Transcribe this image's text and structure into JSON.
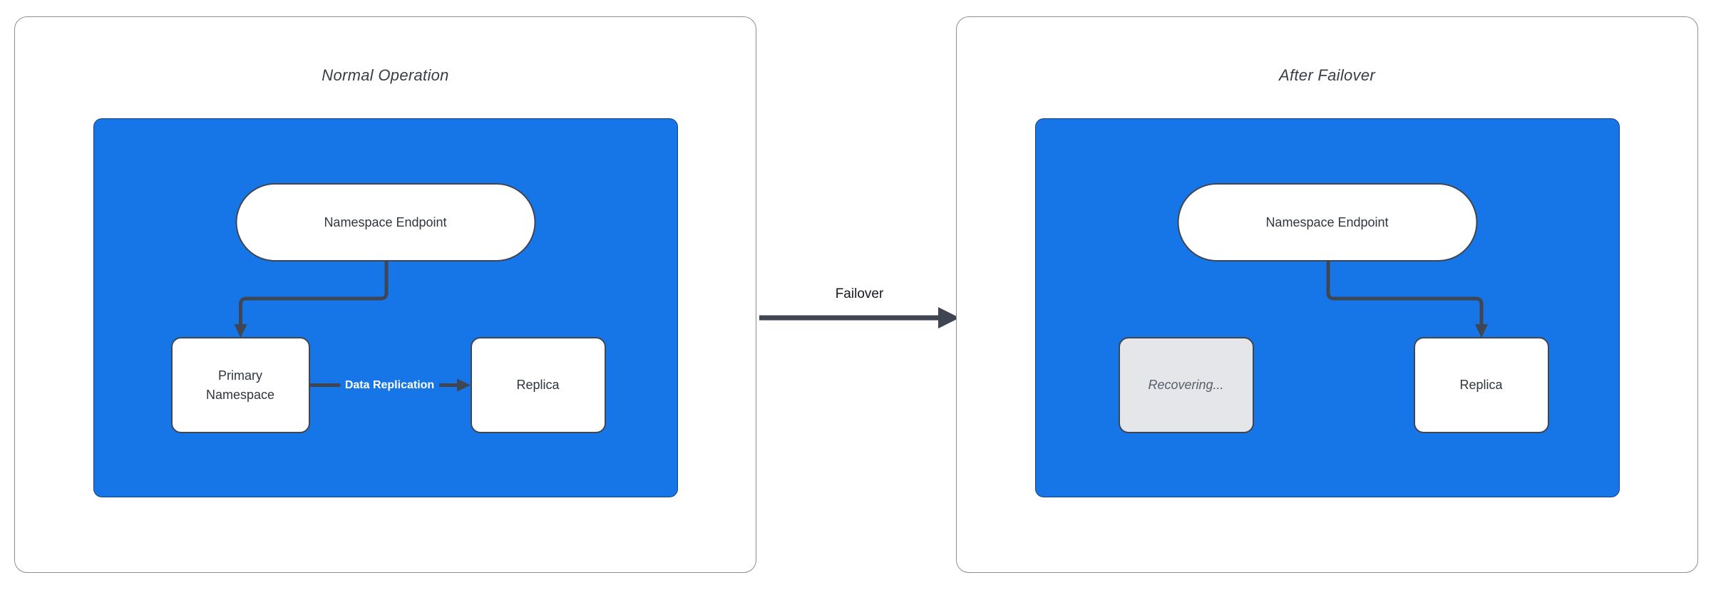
{
  "colors": {
    "blue": "#1676e8",
    "stroke": "#3f4651",
    "panel_border": "#8b8e93",
    "node_text": "#30363e",
    "title_text": "#383e46",
    "failover_text": "#15181c",
    "recovering_fill": "#e4e6e9",
    "recovering_text": "#59606c"
  },
  "panels": [
    {
      "title": "Normal Operation",
      "endpoint": "Namespace Endpoint",
      "left_node": "Primary Namespace",
      "right_node": "Replica",
      "edge_label": "Data Replication"
    },
    {
      "title": "After Failover",
      "endpoint": "Namespace Endpoint",
      "left_node": "Recovering...",
      "right_node": "Replica"
    }
  ],
  "failover_label": "Failover"
}
